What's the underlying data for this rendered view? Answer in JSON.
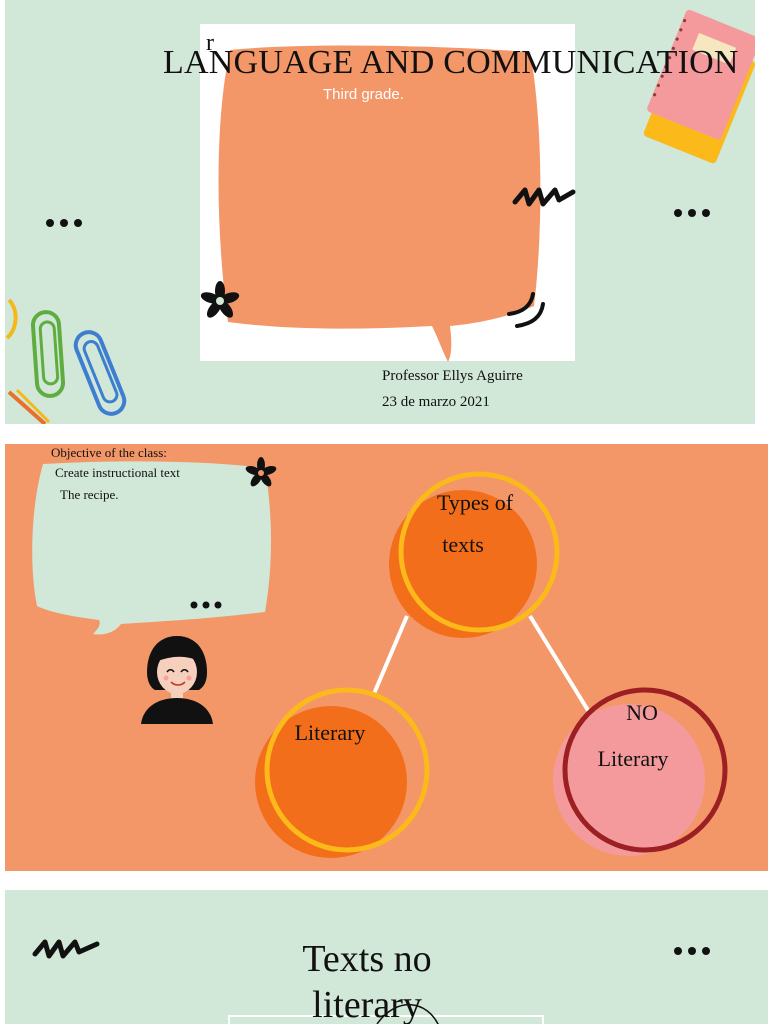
{
  "slide1": {
    "title": "LANGUAGE AND COMMUNICATION",
    "stray_letter": "r",
    "subtitle": "Third grade.",
    "professor": "Professor Ellys Aguirre",
    "date": "23 de marzo 2021"
  },
  "slide2": {
    "objective": {
      "heading": "Objective of the class:",
      "line1": "Create instructional text",
      "line2": "The recipe."
    },
    "diagram": {
      "root": {
        "line1": "Types of",
        "line2": "texts"
      },
      "left": {
        "label": "Literary"
      },
      "right": {
        "line1": "NO",
        "line2": "Literary"
      }
    }
  },
  "slide3": {
    "title_line1": "Texts no",
    "title_line2": "literary"
  },
  "colors": {
    "mint": "#d1e7d8",
    "salmon": "#f39769",
    "orange": "#f36e1b",
    "yellow": "#fbb91a",
    "pink": "#f49a9c",
    "dark_red": "#9b1f23"
  }
}
